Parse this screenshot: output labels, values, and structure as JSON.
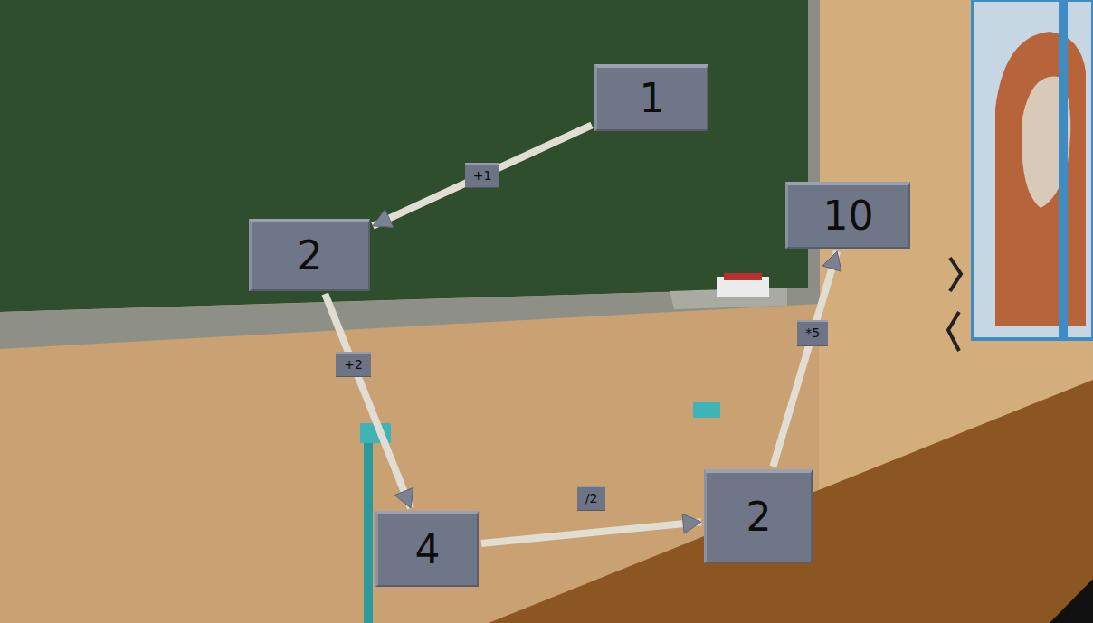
{
  "diagram": {
    "nodes": [
      {
        "text": [
          "1"
        ]
      },
      {
        "text": [
          "2"
        ]
      },
      {
        "text": [
          "4"
        ]
      },
      {
        "text": [
          "2"
        ]
      },
      {
        "text": [
          "10"
        ]
      }
    ],
    "edges": [
      {
        "from": 0,
        "to": 1,
        "arrow": "to",
        "label": "+1"
      },
      {
        "from": 1,
        "to": 2,
        "arrow": "to",
        "label": "+2"
      },
      {
        "from": 2,
        "to": 3,
        "arrow": "to",
        "label": "/2"
      },
      {
        "from": 3,
        "to": 4,
        "arrow": "to",
        "label": "*5"
      }
    ]
  }
}
